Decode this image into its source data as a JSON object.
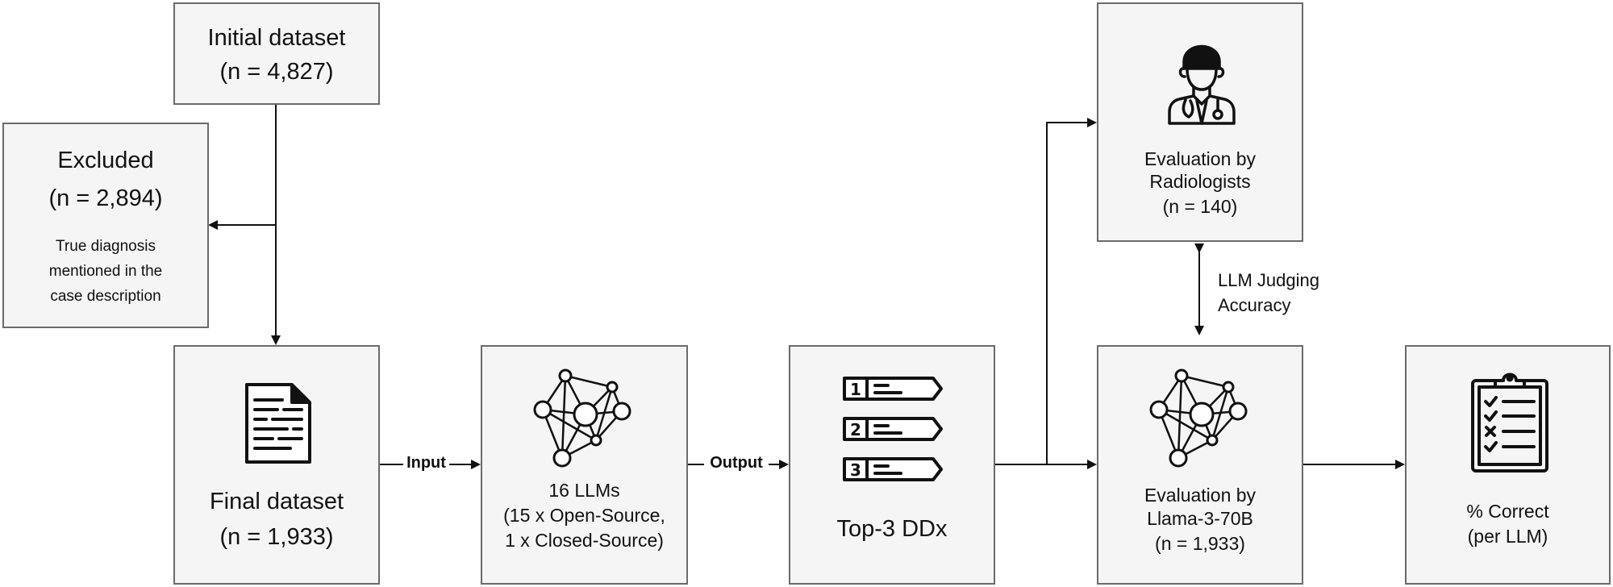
{
  "initial": {
    "title": "Initial dataset",
    "count": "(n = 4,827)"
  },
  "excluded": {
    "title": "Excluded",
    "count": "(n = 2,894)",
    "reason_line1": "True diagnosis",
    "reason_line2": "mentioned in the",
    "reason_line3": "case description"
  },
  "final": {
    "title": "Final dataset",
    "count": "(n = 1,933)"
  },
  "llms": {
    "line1": "16 LLMs",
    "line2": "(15 x Open-Source,",
    "line3": "1 x Closed-Source)"
  },
  "ddx": {
    "title": "Top-3 DDx",
    "ranks": [
      "1",
      "2",
      "3"
    ]
  },
  "radiologists": {
    "line1": "Evaluation by",
    "line2": "Radiologists",
    "line3": "(n = 140)"
  },
  "llama": {
    "line1": "Evaluation by",
    "line2": "Llama-3-70B",
    "line3": "(n = 1,933)"
  },
  "correct": {
    "line1": "% Correct",
    "line2": "(per LLM)"
  },
  "edges": {
    "input": "Input",
    "output": "Output",
    "judging_line1": "LLM Judging",
    "judging_line2": "Accuracy"
  },
  "icons": [
    "document-icon",
    "network-icon",
    "ranked-list-icon",
    "doctor-icon",
    "clipboard-icon"
  ]
}
